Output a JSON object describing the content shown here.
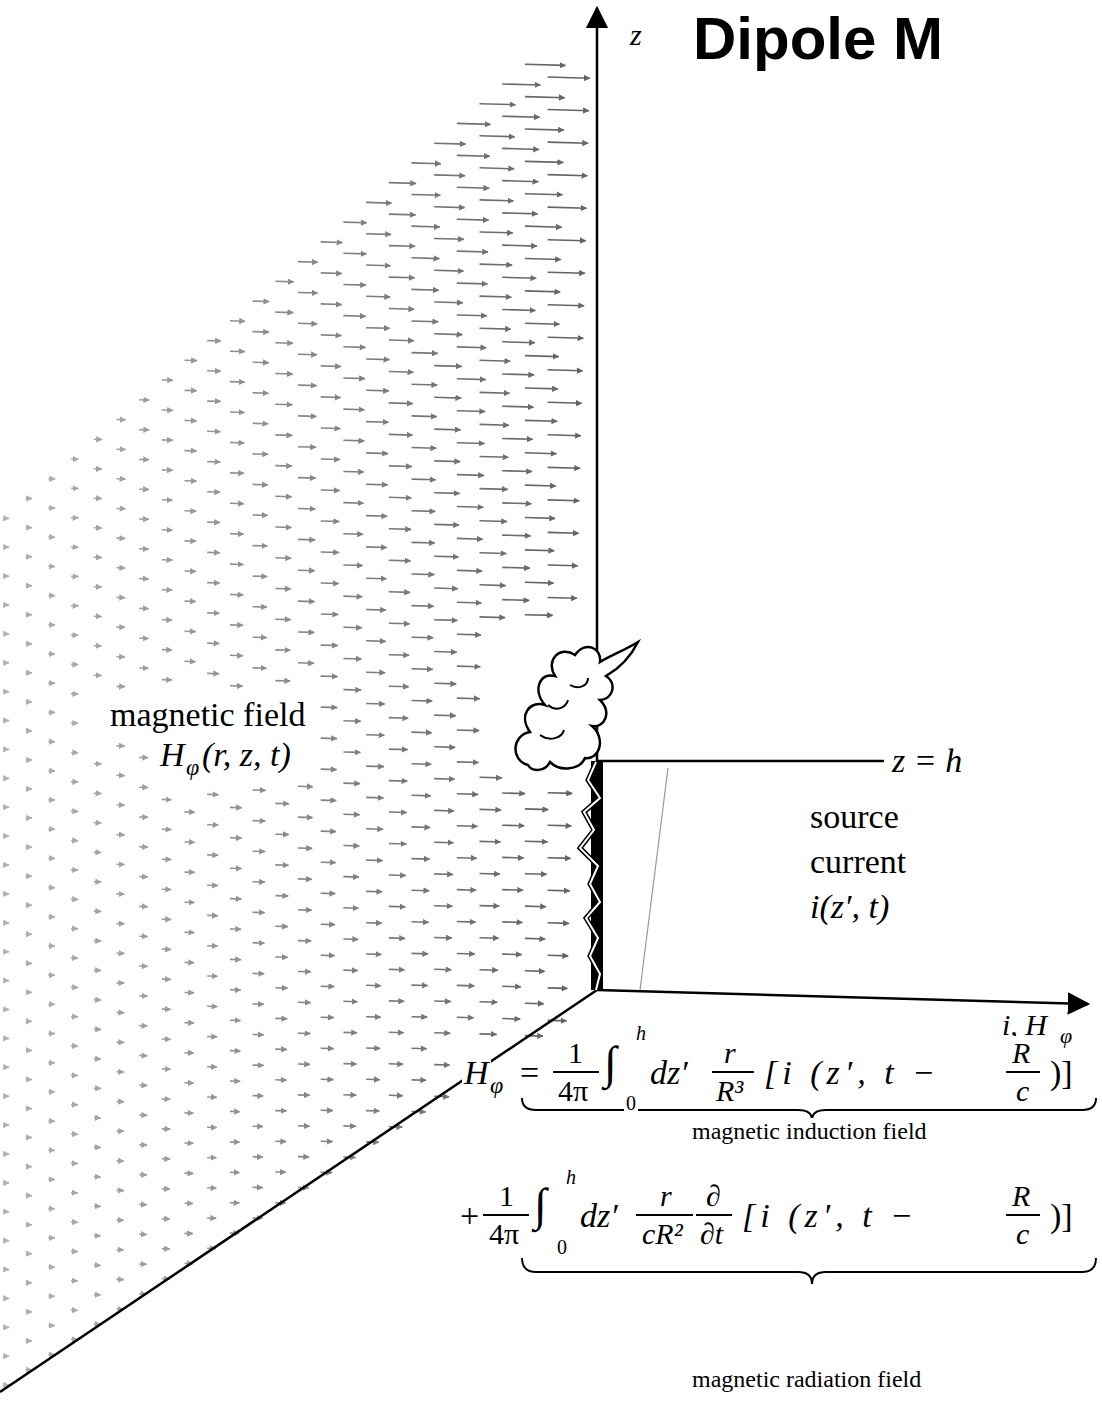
{
  "diagram": {
    "title": "Dipole M",
    "labels": [
      "z",
      "magnetic field",
      "H",
      "φ",
      "(r, z, t)",
      "z = h",
      "source",
      "current",
      "i(z′, t)",
      "i, H",
      "φ",
      "H",
      "φ",
      "=",
      "1",
      "4π",
      "∫",
      "h",
      "0",
      "dz′",
      "r",
      "R³",
      "[i (z′, t −",
      "R",
      "c",
      ")]",
      "magnetic induction field",
      "+",
      "1",
      "4π",
      "∫",
      "h",
      "0",
      "dz′",
      "r",
      "cR²",
      "∂",
      "∂t",
      "[i (z′, t −",
      "R",
      "c",
      ")]",
      "magnetic radiation field"
    ]
  }
}
